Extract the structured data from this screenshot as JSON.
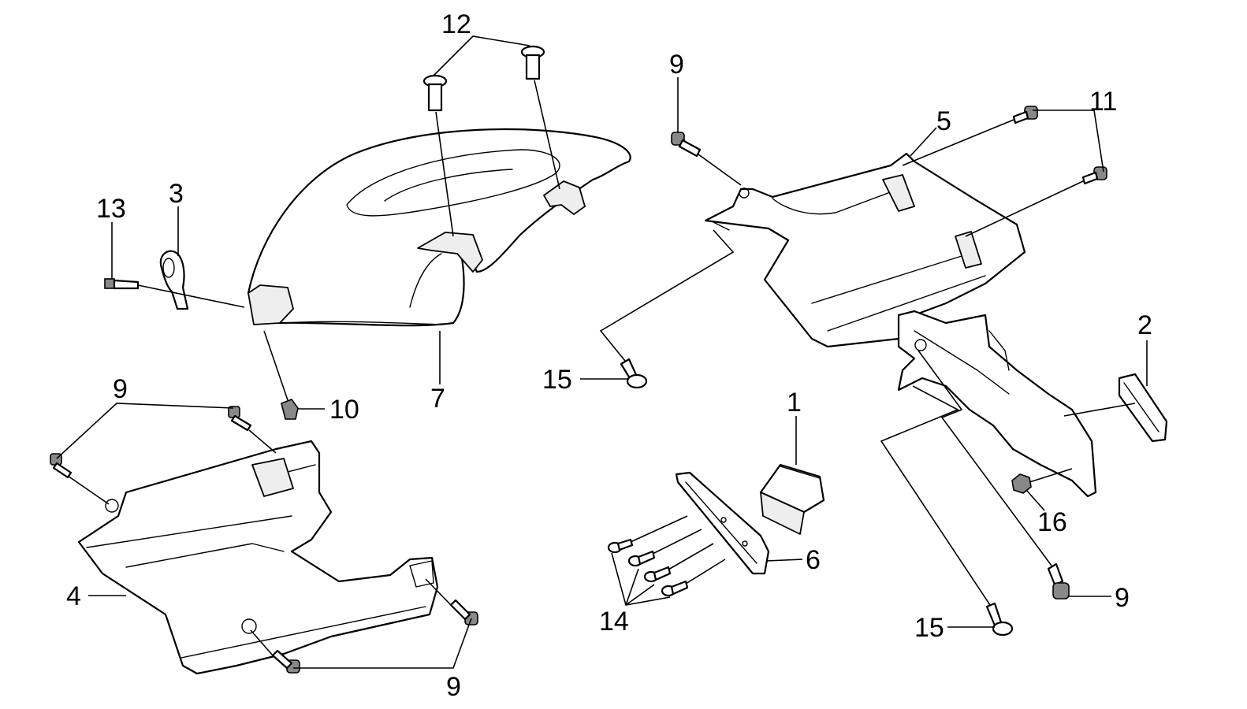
{
  "callouts": {
    "c1": "1",
    "c2": "2",
    "c3": "3",
    "c4": "4",
    "c5": "5",
    "c6": "6",
    "c7": "7",
    "c9_top": "9",
    "c9_left": "9",
    "c9_bottom": "9",
    "c9_right": "9",
    "c10": "10",
    "c11": "11",
    "c12": "12",
    "c13": "13",
    "c14": "14",
    "c15_mid": "15",
    "c15_bottom": "15",
    "c16": "16"
  }
}
